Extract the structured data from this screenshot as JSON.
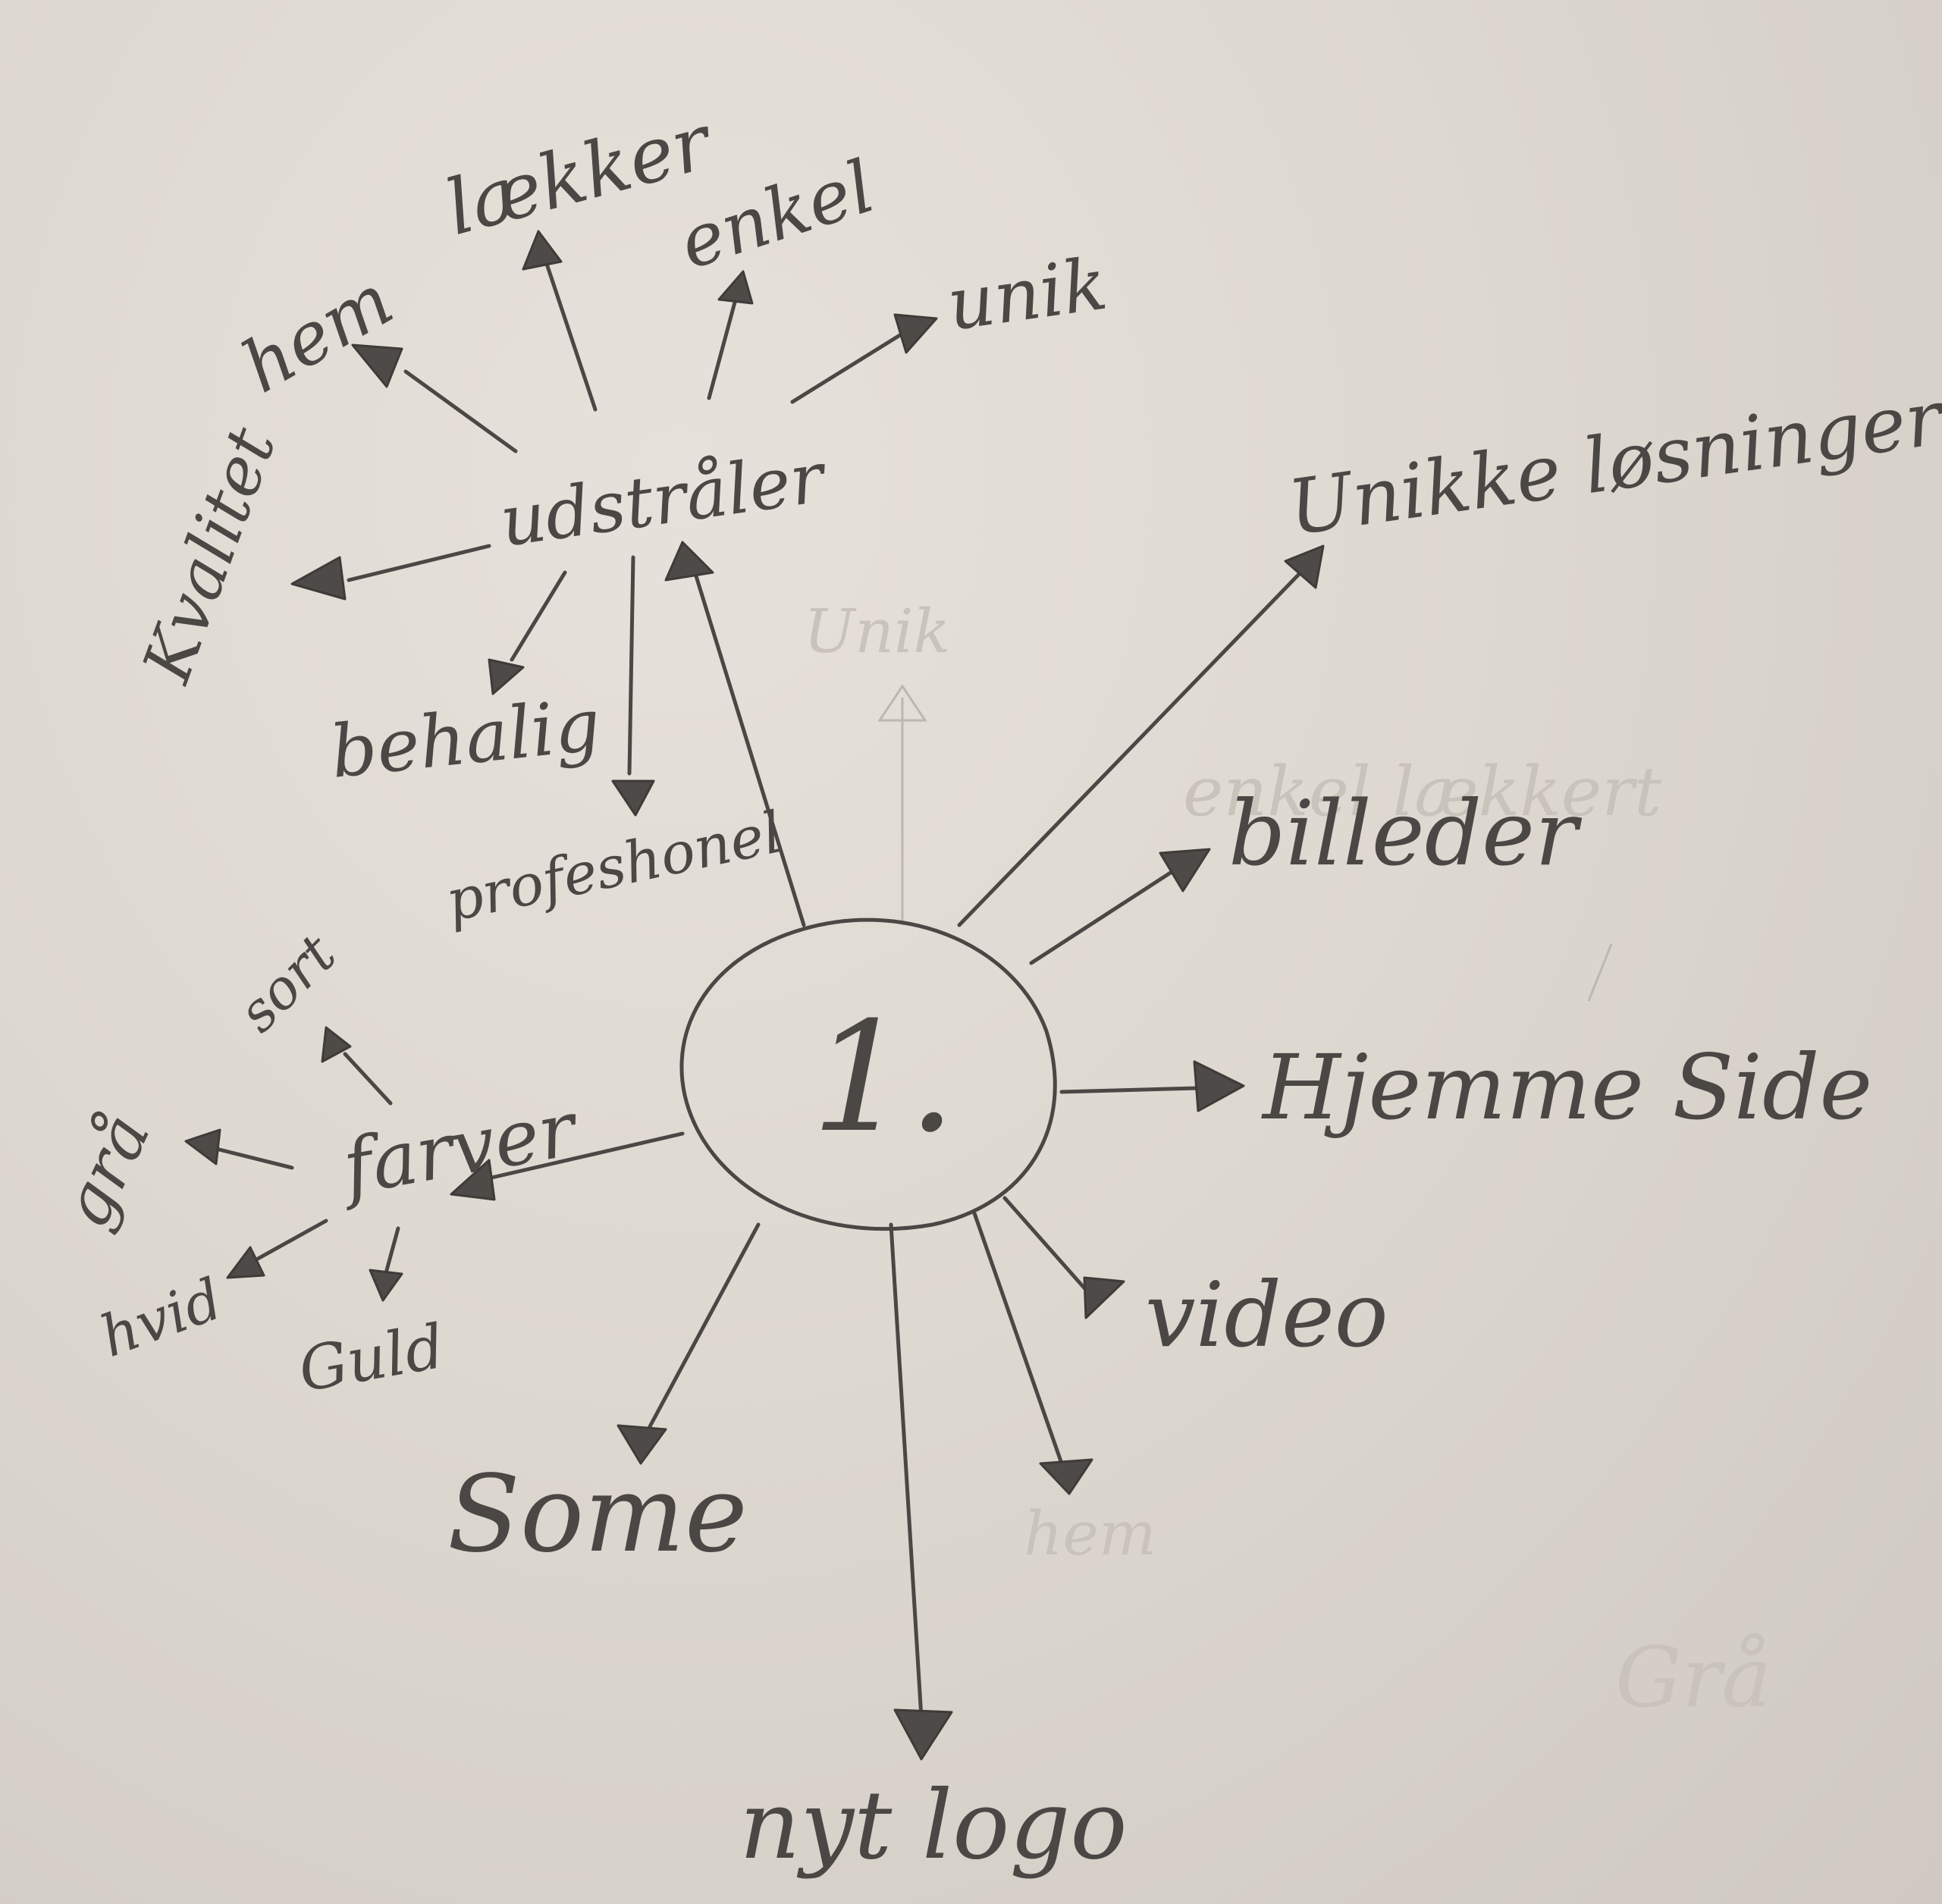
{
  "diagram": {
    "center": "1.",
    "nodes": {
      "udstraaler": "udstråler",
      "unikke_losninger": "Unikke løsninger",
      "billeder": "billeder",
      "hjemmeside": "Hjemme Side",
      "video": "video",
      "nyt_logo": "nyt logo",
      "some": "Some",
      "farver": "farver"
    },
    "udstraaler_children": {
      "laekker": "lækker",
      "enkel": "enkel",
      "unik": "unik",
      "hem": "hem",
      "kvalitet": "Kvalitet",
      "behalig": "behalig",
      "profeshonel": "profeshonel"
    },
    "farver_children": {
      "sort": "sort",
      "graa": "grå",
      "hvid": "hvid",
      "guld": "Guld"
    }
  },
  "colors": {
    "paper": "#ddd8d0",
    "pencil": "#4a4744",
    "faint": "#c9c3bb"
  }
}
